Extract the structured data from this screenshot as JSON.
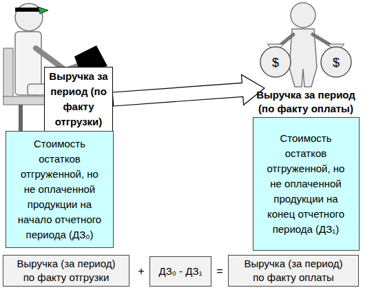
{
  "diagram": {
    "nodes": [
      {
        "text": [
          "Выручка за период (по факту отгрузки)"
        ]
      },
      {
        "text": [
          "Стоимость остатков отгруженной, но не оплаченной продукции на начало отчетного периода (ДЗ₀)"
        ]
      },
      {
        "text": [
          "Выручка за период (по факту оплаты)",
          "Стоимость остатков отгруженной, но не оплаченной продукции на конец отчетного периода (ДЗ₁)"
        ]
      },
      {
        "text": [
          "Выручка (за период) по факту отгрузки"
        ]
      },
      {
        "text": [
          "ДЗ₀ - ДЗ₁"
        ]
      },
      {
        "text": [
          "Выручка (за период) по факту оплаты"
        ]
      }
    ],
    "edges": [
      {
        "from": 0,
        "to": 2,
        "arrow": "to"
      }
    ],
    "labels": [
      "$",
      "$",
      "+",
      "="
    ]
  }
}
